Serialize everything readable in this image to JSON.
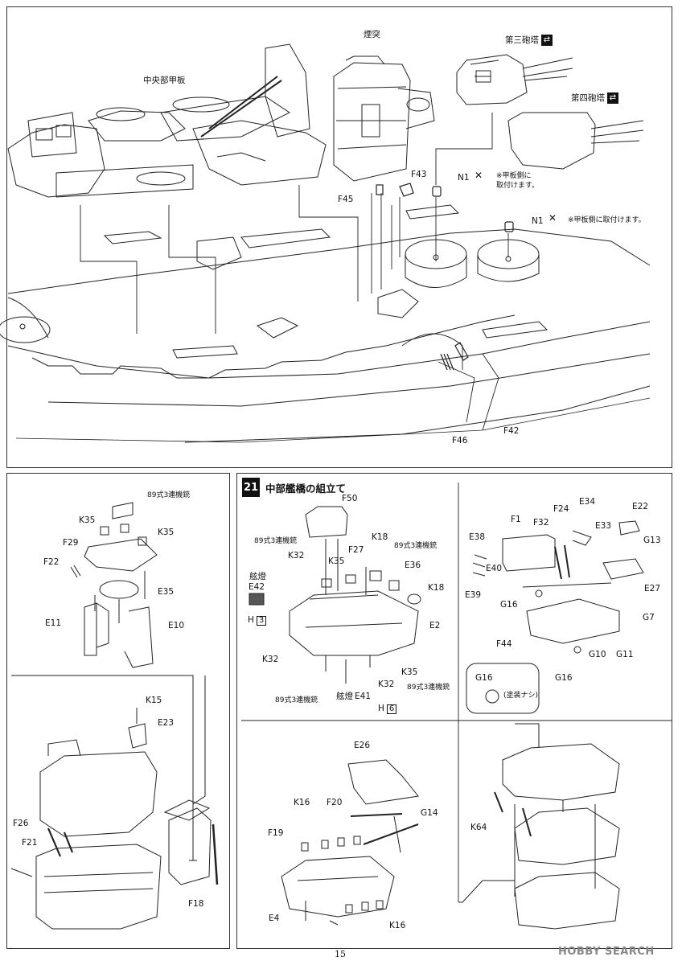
{
  "page": {
    "number": "15",
    "watermark": "HOBBY SEARCH"
  },
  "top_panel": {
    "labels": {
      "midship_deck": "中央部甲板",
      "funnel": "煙突",
      "turret3": "第三砲塔",
      "turret4": "第四砲塔",
      "f43": "F43",
      "f45": "F45",
      "n1_a": "N1",
      "n1_b": "N1",
      "note_a": "※甲板側に\n取付けます。",
      "note_b": "※甲板側に取付けます。",
      "f46": "F46",
      "f42": "F42"
    }
  },
  "left_panel": {
    "labels": {
      "mg": "89式3連機銃",
      "k35_a": "K35",
      "k35_b": "K35",
      "f29": "F29",
      "f22": "F22",
      "e35": "E35",
      "e11": "E11",
      "e10": "E10",
      "k15": "K15",
      "e23": "E23",
      "f26": "F26",
      "f21": "F21",
      "f18": "F18"
    }
  },
  "step21": {
    "number": "21",
    "title": "中部艦橋の組立て",
    "labels": {
      "f50": "F50",
      "mg_a": "89式3連機銃",
      "k18_a": "K18",
      "mg_b": "89式3連機銃",
      "k32_a": "K32",
      "f27": "F27",
      "lamp_a": "舷燈",
      "e42": "E42",
      "k35_a": "K35",
      "e36": "E36",
      "k18_b": "K18",
      "h3_letter": "H",
      "h3_num": "3",
      "e2": "E2",
      "k32_b": "K32",
      "k35_b": "K35",
      "k32_c": "K32",
      "mg_c": "89式3連機銃",
      "lamp_b": "舷燈",
      "e41": "E41",
      "mg_d": "89式3連機銃",
      "h6_letter": "H",
      "h6_num": "6",
      "e38": "E38",
      "f1": "F1",
      "f32": "F32",
      "f24": "F24",
      "e34": "E34",
      "e22": "E22",
      "e33": "E33",
      "g13": "G13",
      "e40": "E40",
      "e39": "E39",
      "g16_a": "G16",
      "e27": "E27",
      "g7": "G7",
      "f44": "F44",
      "g10": "G10",
      "g11": "G11",
      "g16_b": "G16",
      "g16_c": "G16",
      "no_paint": "(塗装ナシ)",
      "e26": "E26",
      "k16_a": "K16",
      "f20": "F20",
      "g14": "G14",
      "f19": "F19",
      "e4": "E4",
      "k16_b": "K16",
      "k64": "K64"
    }
  }
}
